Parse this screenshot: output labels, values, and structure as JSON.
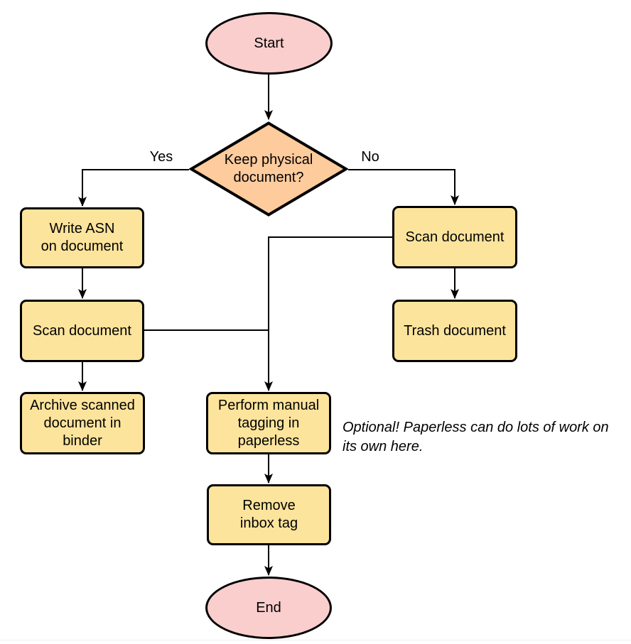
{
  "colors": {
    "terminal_fill": "#f9cecd",
    "process_fill": "#fde49c",
    "decision_fill": "#fecb9d",
    "stroke": "#000000"
  },
  "nodes": {
    "start": {
      "label": "Start"
    },
    "decision": {
      "label": "Keep physical\ndocument?"
    },
    "write_asn": {
      "label": "Write ASN\non document"
    },
    "scan_left": {
      "label": "Scan document"
    },
    "archive": {
      "label": "Archive scanned\ndocument in\nbinder"
    },
    "scan_right": {
      "label": "Scan document"
    },
    "trash": {
      "label": "Trash document"
    },
    "tagging": {
      "label": "Perform manual\ntagging in\npaperless"
    },
    "remove_inbox": {
      "label": "Remove\ninbox tag"
    },
    "end": {
      "label": "End"
    }
  },
  "edge_labels": {
    "yes": "Yes",
    "no": "No"
  },
  "annotation": {
    "text": "Optional! Paperless can do lots of work on\nits own here."
  }
}
